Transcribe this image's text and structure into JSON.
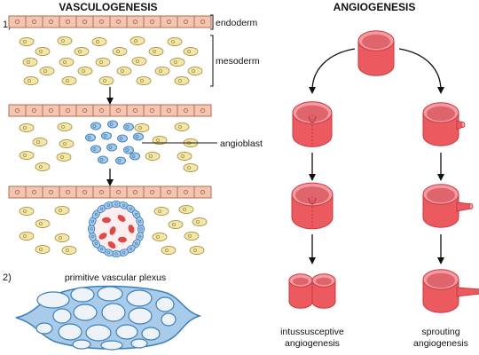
{
  "vasculogenesis": {
    "title": "VASCULOGENESIS",
    "step1": "1)",
    "step2": "2)",
    "labels": {
      "endoderm": "endoderm",
      "mesoderm": "mesoderm",
      "angioblast": "angioblast",
      "plexus": "primitive vascular plexus"
    }
  },
  "angiogenesis": {
    "title": "ANGIOGENESIS",
    "left_caption": [
      "intussusceptive",
      "angiogenesis"
    ],
    "right_caption": [
      "sprouting",
      "angiogenesis"
    ]
  },
  "colors": {
    "endoderm_fill": "#f2c6b0",
    "endoderm_stroke": "#b86a52",
    "mesoderm_fill": "#f4e6a8",
    "mesoderm_stroke": "#a8954a",
    "angioblast_fill": "#a9cbea",
    "angioblast_stroke": "#3f7fb8",
    "blood_cell": "#e04848",
    "vessel_fill": "#ea5a5f",
    "vessel_dark": "#c83a40",
    "vessel_light": "#f59aa0",
    "plexus_fill": "#a9cbea",
    "plexus_stroke": "#3f7fb8"
  }
}
